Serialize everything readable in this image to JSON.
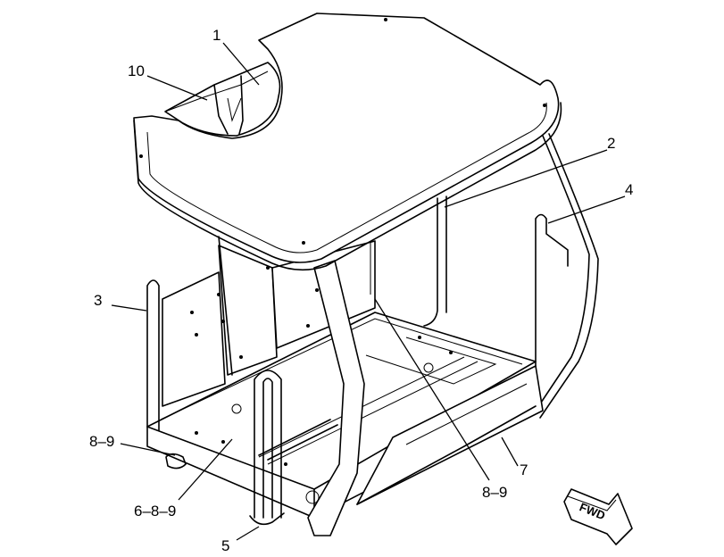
{
  "callouts": {
    "c1": "1",
    "c10": "10",
    "c2": "2",
    "c4": "4",
    "c3": "3",
    "c89a": "8–9",
    "c689": "6–8–9",
    "c5": "5",
    "c89b": "8–9",
    "c7": "7"
  },
  "fwd_label": "FWD"
}
